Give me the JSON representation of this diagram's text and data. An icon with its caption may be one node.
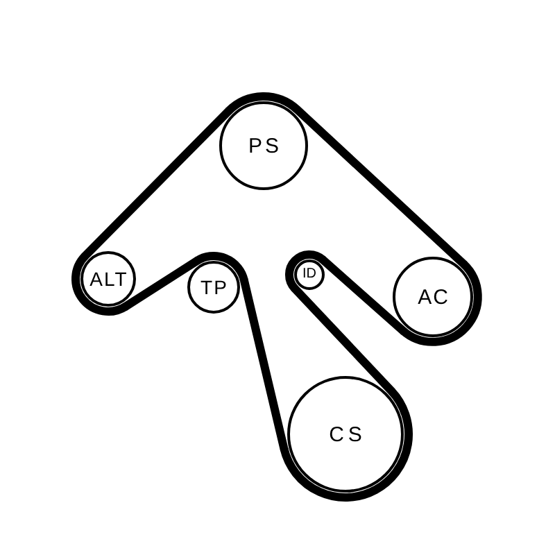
{
  "diagram": {
    "nodes": [
      {
        "text": [
          "PS"
        ]
      },
      {
        "text": [
          "ALT"
        ]
      },
      {
        "text": [
          "TP"
        ]
      },
      {
        "text": [
          "ID"
        ]
      },
      {
        "text": [
          "AC"
        ]
      },
      {
        "text": [
          "CS"
        ]
      }
    ],
    "edges": [
      {
        "from": 0,
        "to": 4,
        "arrow": "none"
      },
      {
        "from": 4,
        "to": 3,
        "arrow": "none"
      },
      {
        "from": 3,
        "to": 5,
        "arrow": "none"
      },
      {
        "from": 5,
        "to": 2,
        "arrow": "none"
      },
      {
        "from": 2,
        "to": 1,
        "arrow": "none"
      },
      {
        "from": 1,
        "to": 0,
        "arrow": "none"
      }
    ]
  }
}
